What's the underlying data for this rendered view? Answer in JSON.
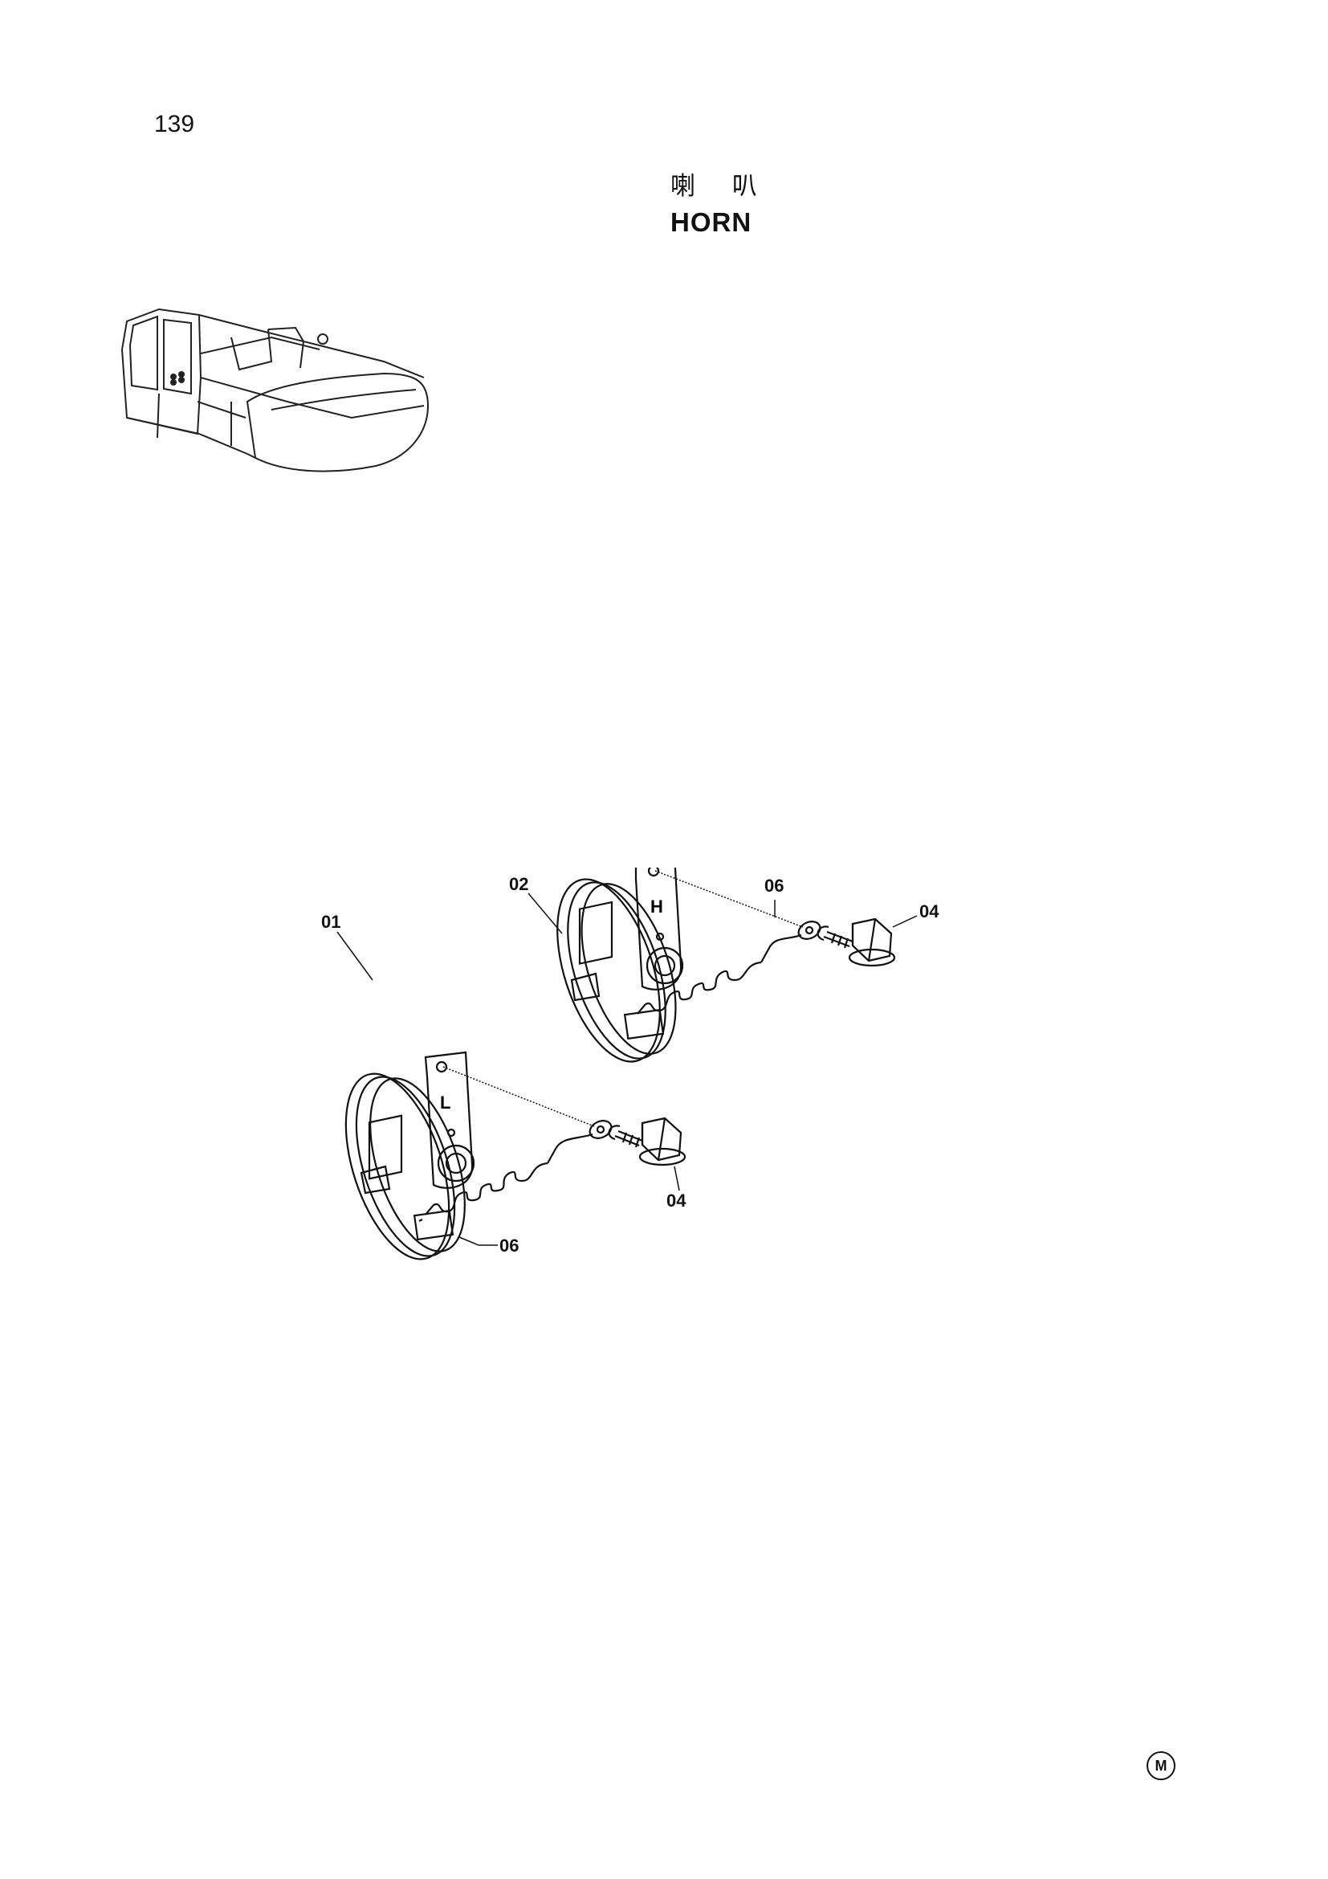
{
  "page": {
    "number": "139"
  },
  "title": {
    "chinese": "喇 叭",
    "english": "HORN"
  },
  "callouts": {
    "horn_low": "01",
    "horn_high": "02",
    "bolt_right": "04",
    "bolt_left": "04",
    "terminal_right": "06",
    "terminal_left": "06"
  },
  "horn_labels": {
    "low": "L",
    "high": "H"
  },
  "footer_mark": "M"
}
